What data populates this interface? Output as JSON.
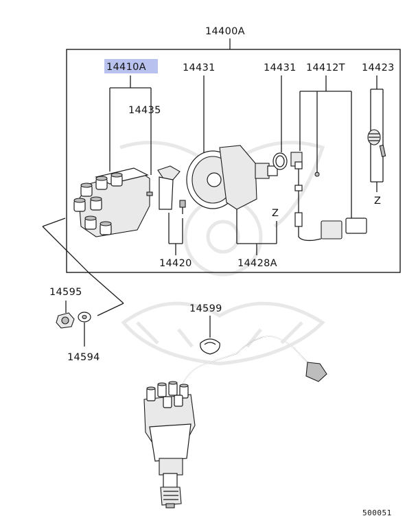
{
  "diagram": {
    "assembly_label": "14400A",
    "labels": {
      "cap_assembly": "14410A",
      "cap_terminal": "14435",
      "housing": "14431",
      "oring": "14431",
      "harness": "14412T",
      "gear": "14423",
      "rotor": "14420",
      "shaft_assembly": "14428A",
      "z_housing": "Z",
      "z_gear": "Z",
      "nut": "14595",
      "washer": "14594",
      "clamp": "14599"
    },
    "diagram_code": "500051",
    "colors": {
      "highlight": "#b9c2ee",
      "line": "#1a1a1a",
      "watermark": "#e6e6e6"
    }
  }
}
